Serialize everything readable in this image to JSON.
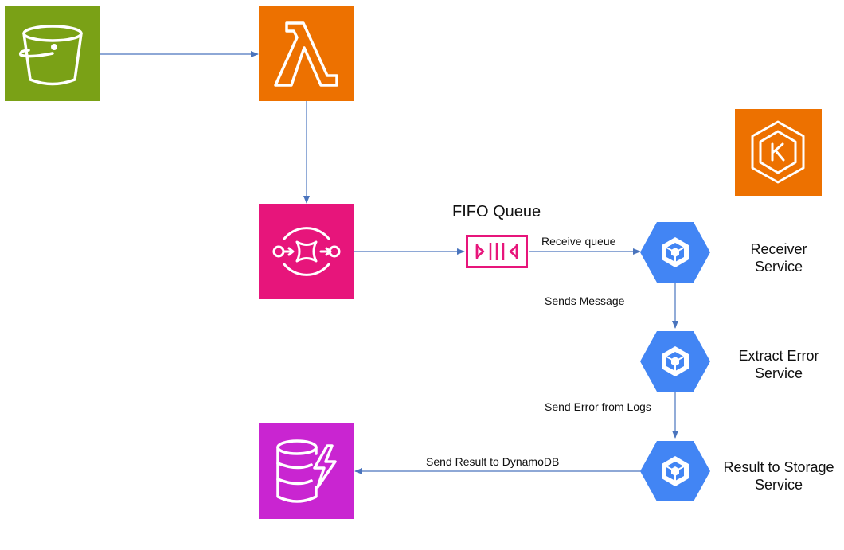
{
  "diagram": {
    "nodes": {
      "s3": {
        "icon": "s3-bucket-icon",
        "color": "#7AA116"
      },
      "lambda": {
        "icon": "lambda-icon",
        "color": "#ED7100"
      },
      "sqs": {
        "icon": "sqs-icon",
        "color": "#E7157B"
      },
      "eks": {
        "icon": "eks-kubernetes-icon",
        "color": "#ED7100"
      },
      "dynamodb": {
        "icon": "dynamodb-icon",
        "color": "#C925D1"
      },
      "fifo_queue": {
        "icon": "fifo-queue-icon",
        "color": "#E7157B",
        "label": "FIFO Queue"
      },
      "receiver": {
        "icon": "kubernetes-engine-icon",
        "color": "#4285F4",
        "label_line1": "Receiver",
        "label_line2": "Service"
      },
      "extract": {
        "icon": "kubernetes-engine-icon",
        "color": "#4285F4",
        "label_line1": "Extract Error",
        "label_line2": "Service"
      },
      "result": {
        "icon": "kubernetes-engine-icon",
        "color": "#4285F4",
        "label_line1": "Result to Storage",
        "label_line2": "Service"
      }
    },
    "edges": [
      {
        "from": "s3",
        "to": "lambda",
        "label": ""
      },
      {
        "from": "lambda",
        "to": "sqs",
        "label": ""
      },
      {
        "from": "sqs",
        "to": "fifo_queue",
        "label": ""
      },
      {
        "from": "fifo_queue",
        "to": "receiver",
        "label": "Receive queue"
      },
      {
        "from": "receiver",
        "to": "extract",
        "label": "Sends Message"
      },
      {
        "from": "extract",
        "to": "result",
        "label": "Send Error from Logs"
      },
      {
        "from": "result",
        "to": "dynamodb",
        "label": "Send Result to DynamoDB"
      }
    ],
    "edge_color": "#4A74BD"
  }
}
